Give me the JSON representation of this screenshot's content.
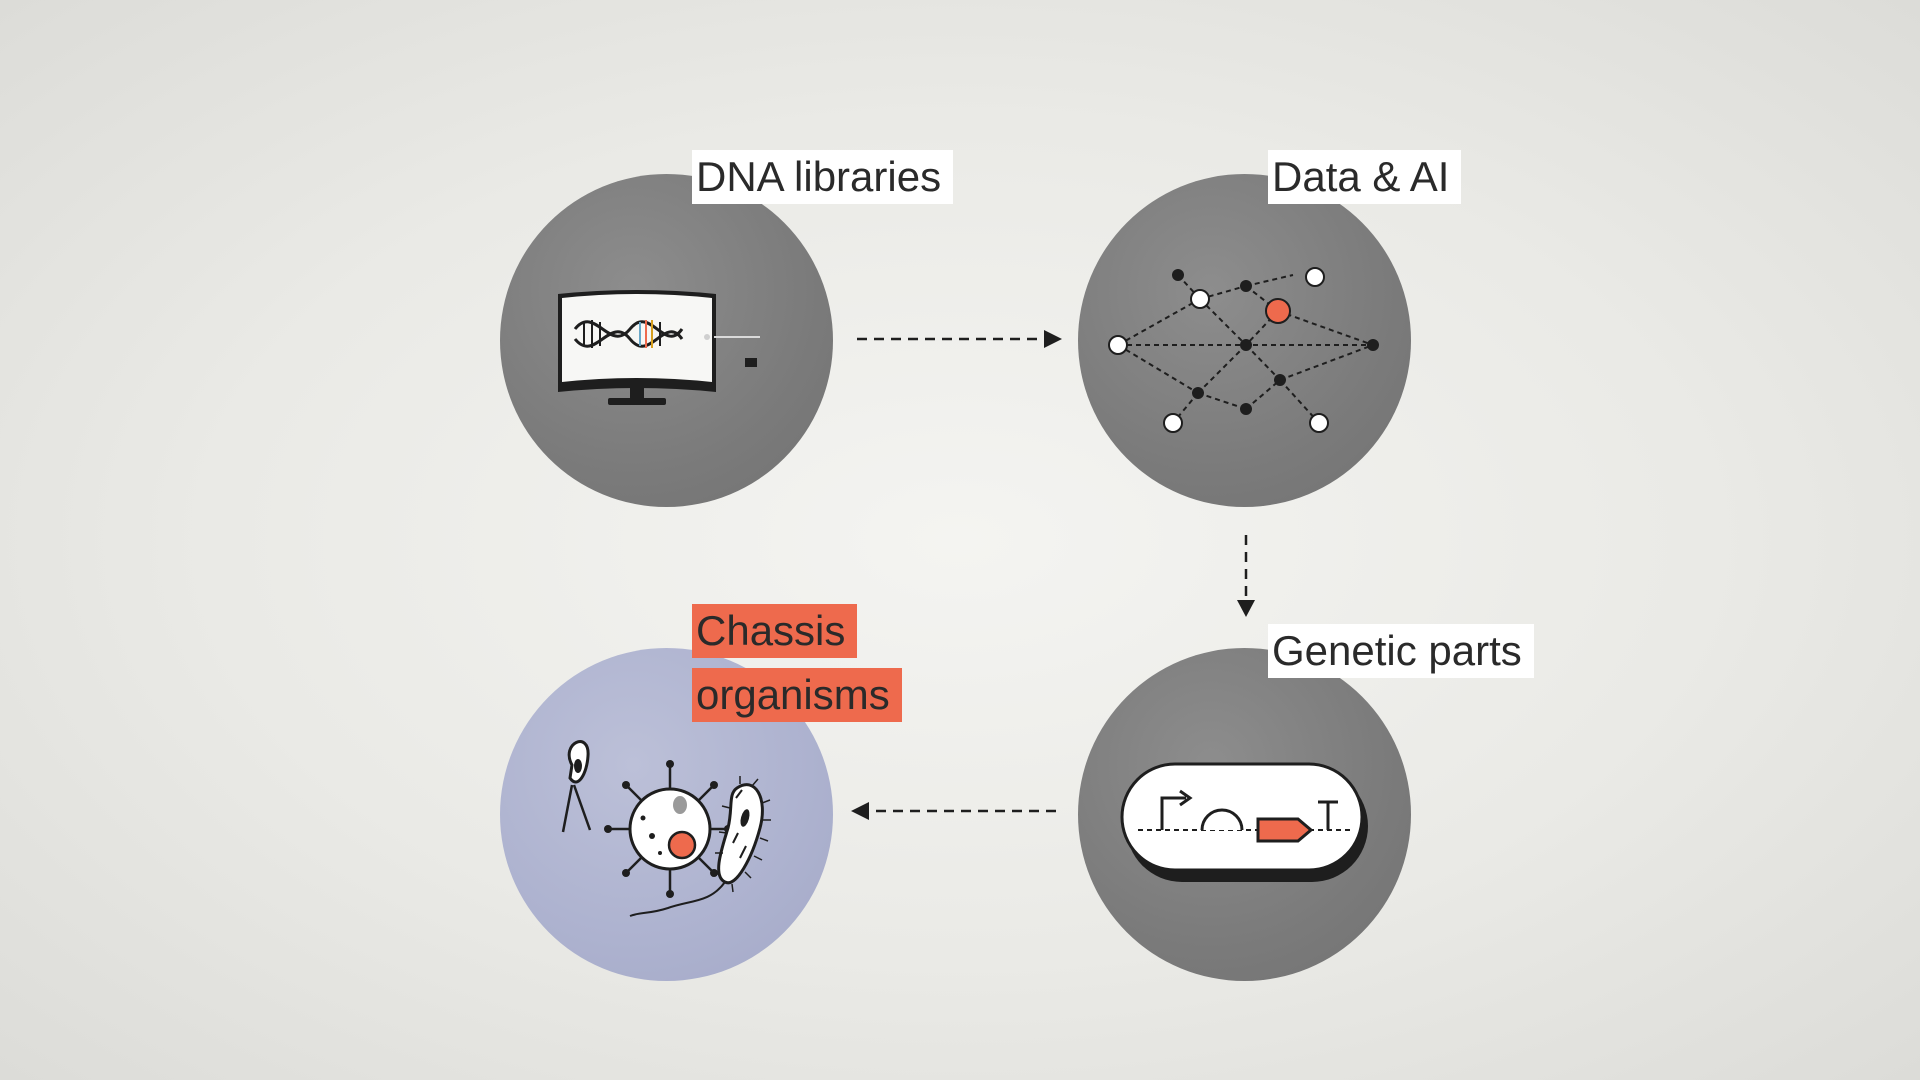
{
  "nodes": [
    {
      "label": "DNA libraries",
      "icon": "monitor-dna-icon"
    },
    {
      "label": "Data & AI",
      "icon": "neural-network-icon"
    },
    {
      "label": "Genetic parts",
      "icon": "genetic-circuit-icon"
    },
    {
      "label_lines": [
        "Chassis",
        "organisms"
      ],
      "icon": "microorganisms-icon"
    }
  ],
  "colors": {
    "accent": "#ee6a4d",
    "circle": "#7b7b7b",
    "circle_highlight": "#adb2cf",
    "label_bg": "#ffffff",
    "text": "#2a2a2a"
  },
  "edges": [
    {
      "from": "DNA libraries",
      "to": "Data & AI",
      "style": "dashed"
    },
    {
      "from": "Data & AI",
      "to": "Genetic parts",
      "style": "dashed"
    },
    {
      "from": "Genetic parts",
      "to": "Chassis organisms",
      "style": "dashed"
    }
  ]
}
